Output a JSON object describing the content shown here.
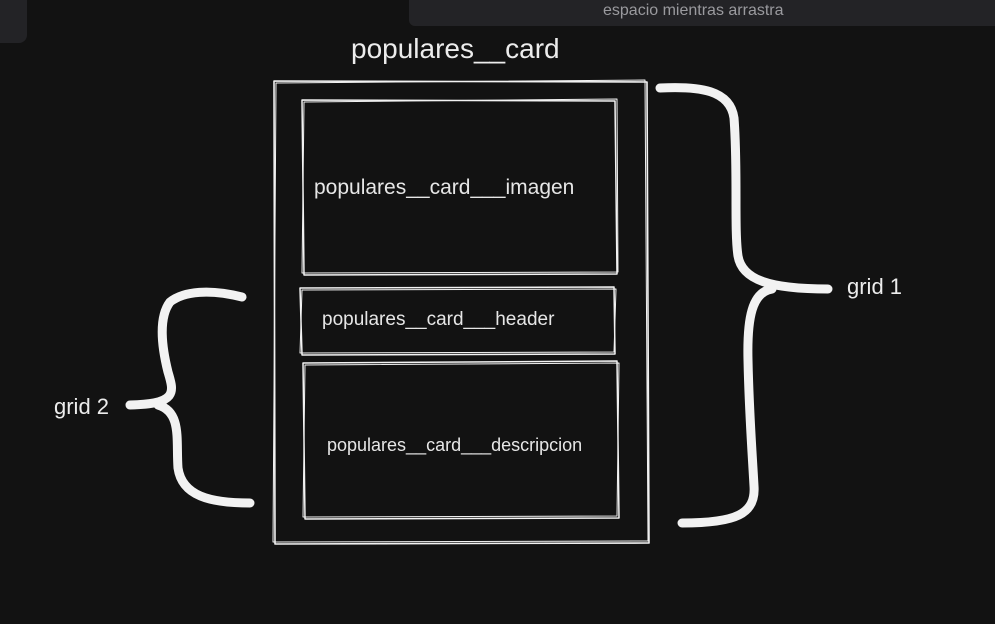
{
  "hint": {
    "text": "espacio mientras arrastra"
  },
  "diagram": {
    "title": "populares__card",
    "boxes": {
      "imagen": "populares__card___imagen",
      "header": "populares__card___header",
      "descripcion": "populares__card___descripcion"
    },
    "labels": {
      "grid1": "grid 1",
      "grid2": "grid 2"
    }
  },
  "colors": {
    "background": "#121212",
    "stroke": "#f2f2f2",
    "panel": "#232326"
  }
}
